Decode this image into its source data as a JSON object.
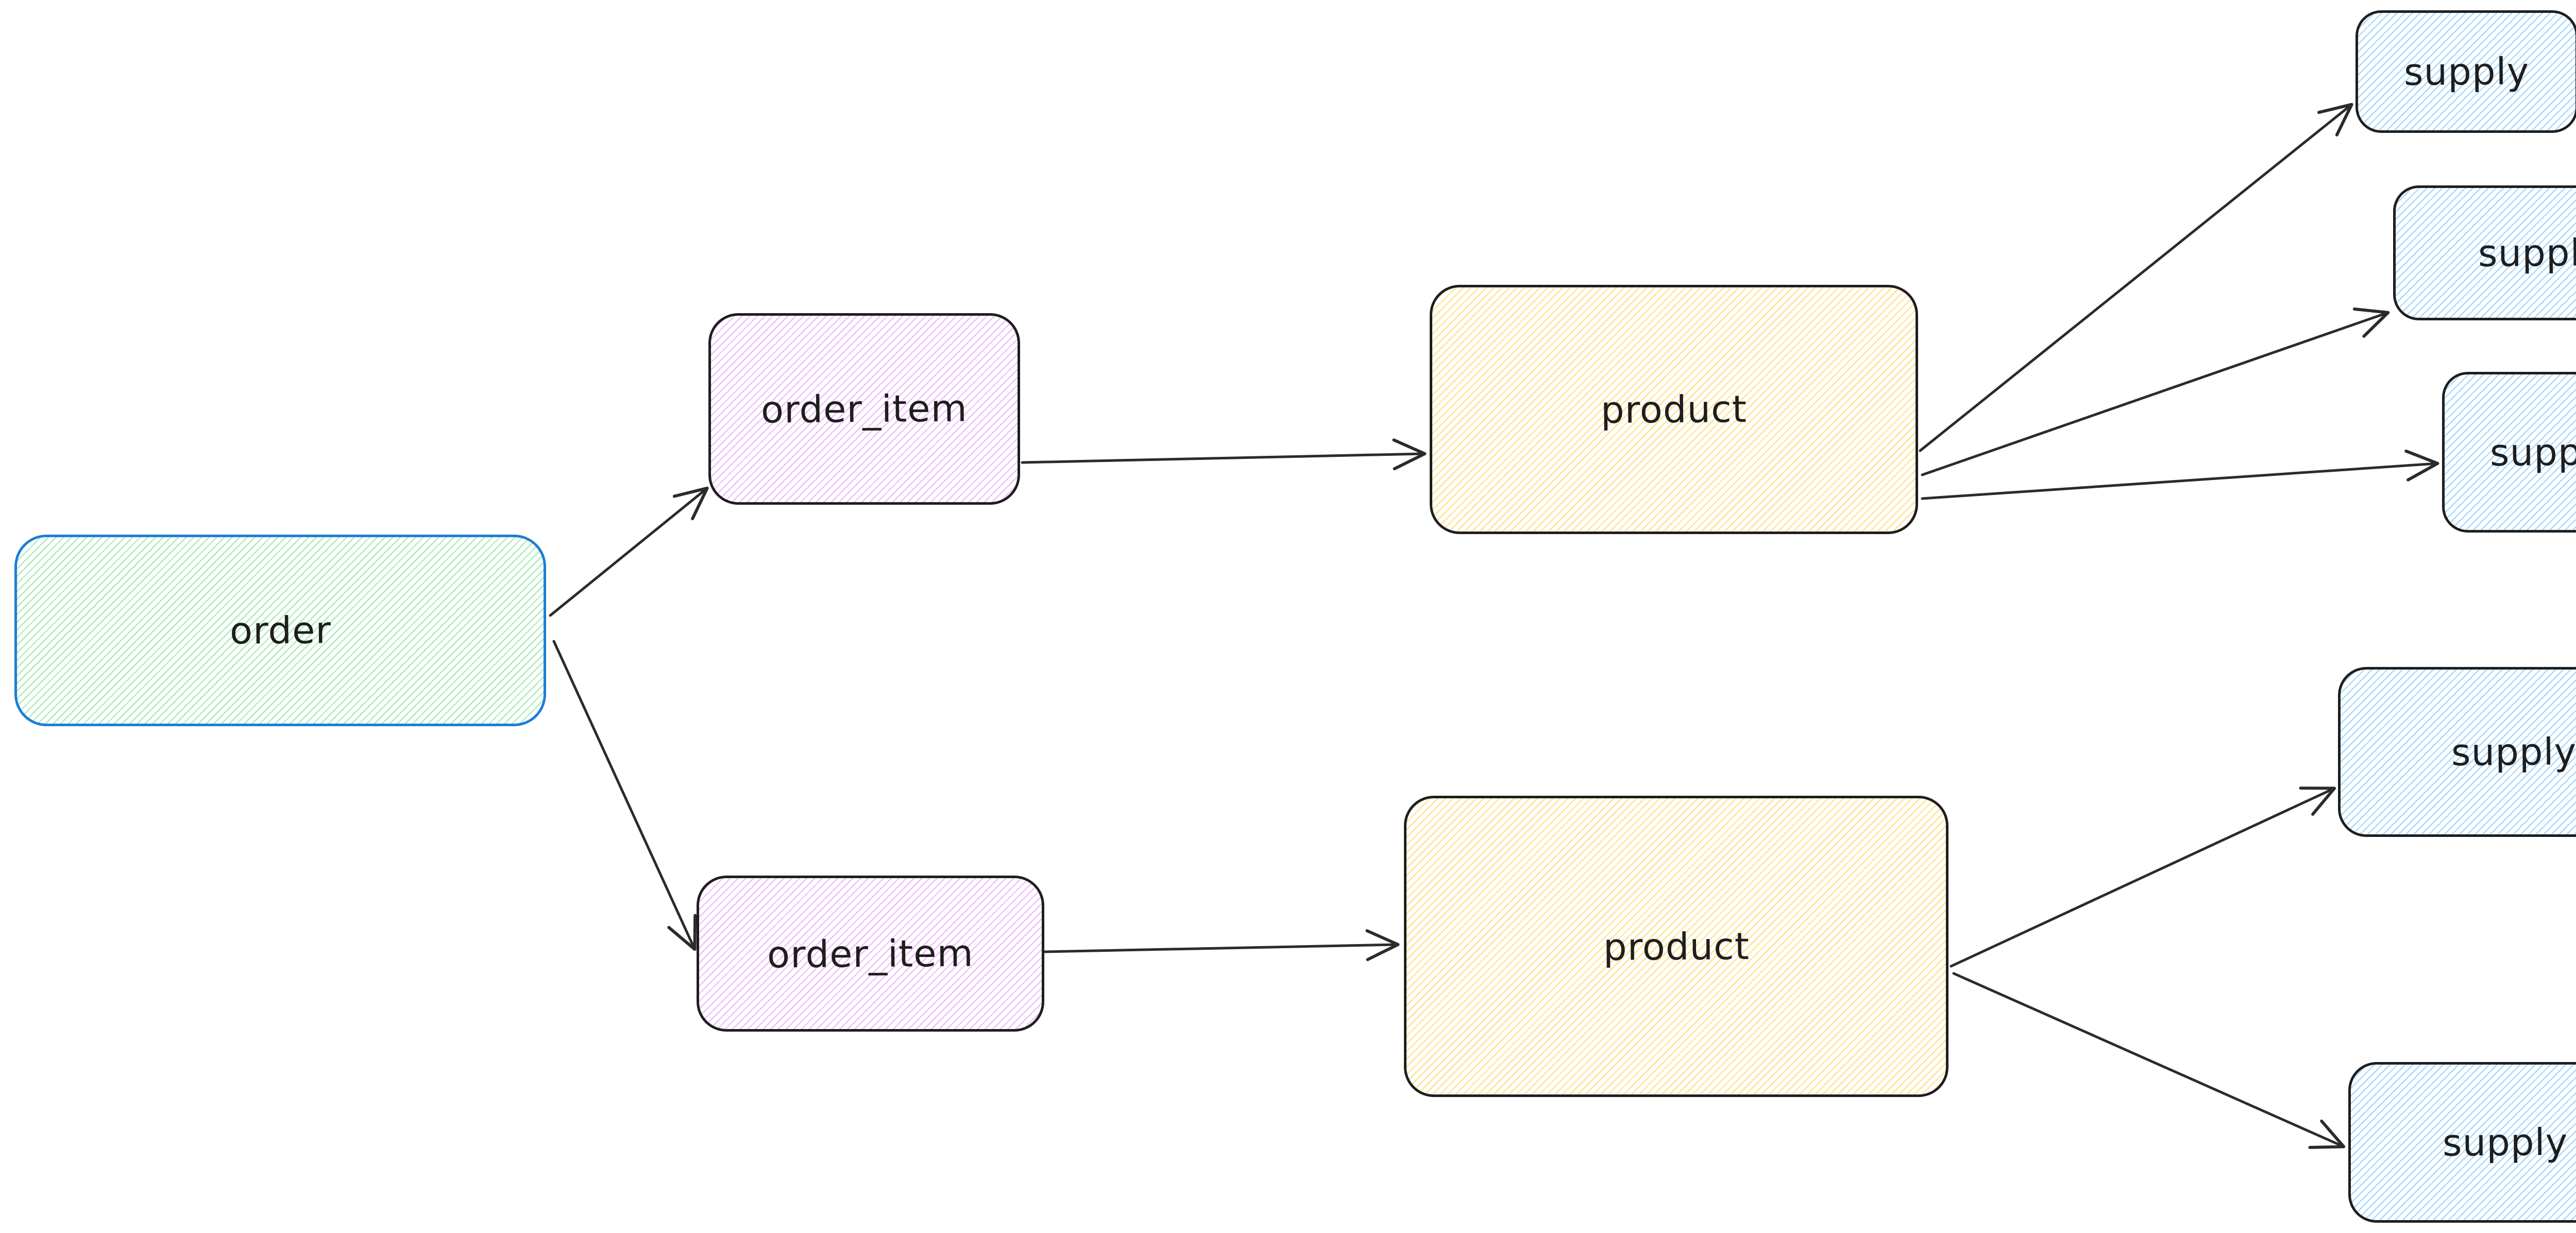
{
  "diagram": {
    "background_color": "#ffffff",
    "arrow_color": "#2b2b2b",
    "hachure_line_width": 2.4,
    "hachure_spacing": 10.5,
    "nodes": [
      {
        "id": "order",
        "label": "order",
        "border": "#1c7ed6",
        "fill_hachure": "#a9ecb8"
      },
      {
        "id": "order_item_1",
        "label": "order_item",
        "border": "#1e1e1e",
        "fill_hachure": "#eebefa"
      },
      {
        "id": "order_item_2",
        "label": "order_item",
        "border": "#1e1e1e",
        "fill_hachure": "#eebefa"
      },
      {
        "id": "product_1",
        "label": "product",
        "border": "#1e1e1e",
        "fill_hachure": "#ffe28a"
      },
      {
        "id": "product_2",
        "label": "product",
        "border": "#1e1e1e",
        "fill_hachure": "#ffe28a"
      },
      {
        "id": "supply_1",
        "label": "supply",
        "border": "#1e1e1e",
        "fill_hachure": "#a5d8ff"
      },
      {
        "id": "supply_2",
        "label": "supply",
        "border": "#1e1e1e",
        "fill_hachure": "#a5d8ff"
      },
      {
        "id": "supply_3",
        "label": "supply",
        "border": "#1e1e1e",
        "fill_hachure": "#a5d8ff"
      },
      {
        "id": "supply_4",
        "label": "supply",
        "border": "#1e1e1e",
        "fill_hachure": "#a5d8ff"
      },
      {
        "id": "supply_5",
        "label": "supply",
        "border": "#1e1e1e",
        "fill_hachure": "#a5d8ff"
      }
    ],
    "edges": [
      {
        "from": "order",
        "to": "order_item_1"
      },
      {
        "from": "order",
        "to": "order_item_2"
      },
      {
        "from": "order_item_1",
        "to": "product_1"
      },
      {
        "from": "order_item_2",
        "to": "product_2"
      },
      {
        "from": "product_1",
        "to": "supply_1"
      },
      {
        "from": "product_1",
        "to": "supply_2"
      },
      {
        "from": "product_1",
        "to": "supply_3"
      },
      {
        "from": "product_2",
        "to": "supply_4"
      },
      {
        "from": "product_2",
        "to": "supply_5"
      }
    ]
  }
}
